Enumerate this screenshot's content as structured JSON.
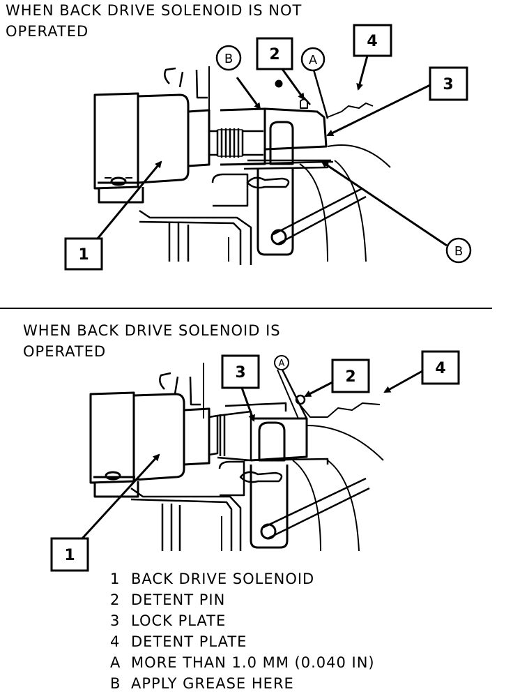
{
  "captions": {
    "top_line1": "WHEN BACK DRIVE SOLENOID IS NOT",
    "top_line2": "OPERATED",
    "bottom_line1": "WHEN BACK DRIVE SOLENOID IS",
    "bottom_line2": "OPERATED"
  },
  "callouts": {
    "top": {
      "n1": "1",
      "n2": "2",
      "n3": "3",
      "n4": "4",
      "a": "A",
      "b_left": "B",
      "b_right": "B"
    },
    "bottom": {
      "n1": "1",
      "n2": "2",
      "n3": "3",
      "n4": "4",
      "a": "A"
    }
  },
  "legend": [
    {
      "key": "1",
      "text": "BACK DRIVE SOLENOID"
    },
    {
      "key": "2",
      "text": "DETENT PIN"
    },
    {
      "key": "3",
      "text": "LOCK PLATE"
    },
    {
      "key": "4",
      "text": "DETENT PLATE"
    },
    {
      "key": "A",
      "text": "MORE THAN 1.0 MM (0.040 IN)"
    },
    {
      "key": "B",
      "text": "APPLY GREASE HERE"
    }
  ]
}
